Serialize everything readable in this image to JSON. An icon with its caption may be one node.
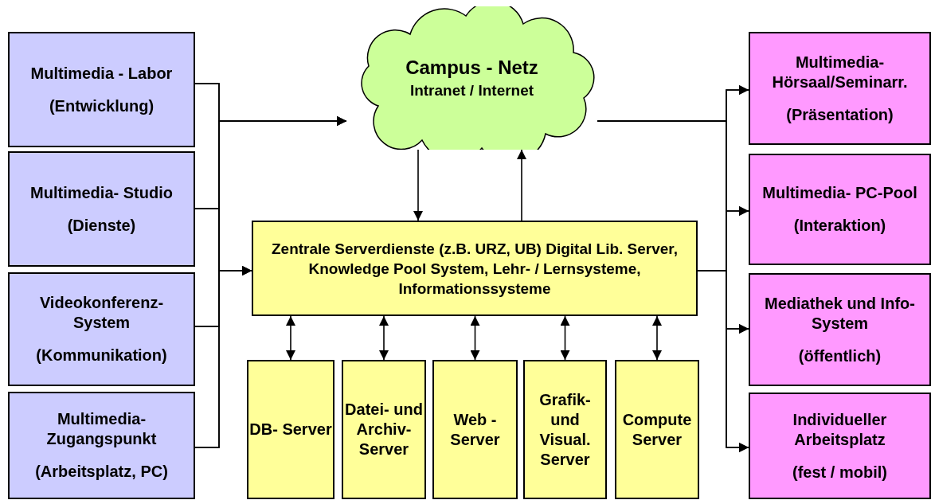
{
  "diagram": {
    "nodes": [
      {
        "text": [
          "Multimedia - Labor",
          "(Entwicklung)"
        ]
      },
      {
        "text": [
          "Multimedia- Studio",
          "(Dienste)"
        ]
      },
      {
        "text": [
          "Videokonferenz- System",
          "(Kommunikation)"
        ]
      },
      {
        "text": [
          "Multimedia- Zugangspunkt",
          "(Arbeitsplatz, PC)"
        ]
      },
      {
        "text": [
          "Campus - Netz",
          "Intranet / Internet"
        ]
      },
      {
        "text": [
          "Zentrale Serverdienste (z.B. URZ, UB) Digital Lib. Server, Knowledge Pool System, Lehr- / Lernsysteme, Informationssysteme"
        ]
      },
      {
        "text": [
          "DB- Server"
        ]
      },
      {
        "text": [
          "Datei- und Archiv- Server"
        ]
      },
      {
        "text": [
          "Web - Server"
        ]
      },
      {
        "text": [
          "Grafik- und Visual. Server"
        ]
      },
      {
        "text": [
          "Compute Server"
        ]
      },
      {
        "text": [
          "Multimedia- Hörsaal/Seminarr.",
          "(Präsentation)"
        ]
      },
      {
        "text": [
          "Multimedia- PC-Pool",
          "(Interaktion)"
        ]
      },
      {
        "text": [
          "Mediathek und Info-System",
          "(öffentlich)"
        ]
      },
      {
        "text": [
          "Individueller Arbeitsplatz",
          "(fest / mobil)"
        ]
      }
    ],
    "edges": [
      {
        "from": 0,
        "to": 4,
        "arrow": "to"
      },
      {
        "from": 1,
        "to": 4,
        "arrow": "to"
      },
      {
        "from": 2,
        "to": 4,
        "arrow": "to"
      },
      {
        "from": 3,
        "to": 4,
        "arrow": "to"
      },
      {
        "from": 0,
        "to": 5,
        "arrow": "to"
      },
      {
        "from": 1,
        "to": 5,
        "arrow": "to"
      },
      {
        "from": 2,
        "to": 5,
        "arrow": "to"
      },
      {
        "from": 3,
        "to": 5,
        "arrow": "to"
      },
      {
        "from": 4,
        "to": 5,
        "arrow": "to"
      },
      {
        "from": 5,
        "to": 4,
        "arrow": "to"
      },
      {
        "from": 4,
        "to": 11,
        "arrow": "to"
      },
      {
        "from": 4,
        "to": 12,
        "arrow": "to"
      },
      {
        "from": 4,
        "to": 13,
        "arrow": "to"
      },
      {
        "from": 4,
        "to": 14,
        "arrow": "to"
      },
      {
        "from": 5,
        "to": 11,
        "arrow": "to"
      },
      {
        "from": 5,
        "to": 12,
        "arrow": "to"
      },
      {
        "from": 5,
        "to": 13,
        "arrow": "to"
      },
      {
        "from": 5,
        "to": 14,
        "arrow": "to"
      },
      {
        "from": 5,
        "to": 6,
        "arrow": "both"
      },
      {
        "from": 5,
        "to": 7,
        "arrow": "both"
      },
      {
        "from": 5,
        "to": 8,
        "arrow": "both"
      },
      {
        "from": 5,
        "to": 9,
        "arrow": "both"
      },
      {
        "from": 5,
        "to": 10,
        "arrow": "both"
      }
    ]
  }
}
